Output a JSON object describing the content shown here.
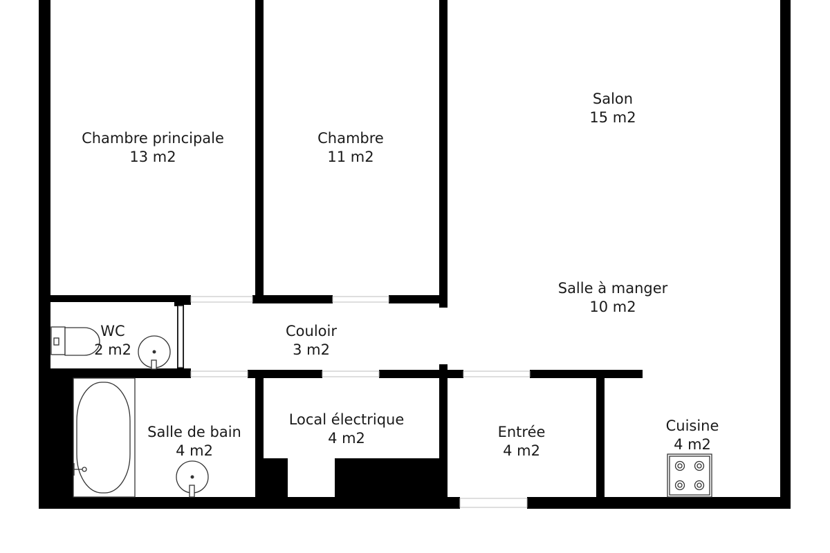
{
  "colors": {
    "wall": "#000000",
    "fixture": "#333333",
    "background": "#ffffff",
    "text": "#1a1a1a"
  },
  "rooms": {
    "chambre_principale": {
      "name": "Chambre principale",
      "area": "13 m2"
    },
    "chambre": {
      "name": "Chambre",
      "area": "11 m2"
    },
    "salon": {
      "name": "Salon",
      "area": "15 m2"
    },
    "salle_a_manger": {
      "name": "Salle à manger",
      "area": "10 m2"
    },
    "wc": {
      "name": "WC",
      "area": "2 m2"
    },
    "couloir": {
      "name": "Couloir",
      "area": "3 m2"
    },
    "salle_de_bain": {
      "name": "Salle de bain",
      "area": "4 m2"
    },
    "local_electrique": {
      "name": "Local électrique",
      "area": "4 m2"
    },
    "entree": {
      "name": "Entrée",
      "area": "4 m2"
    },
    "cuisine": {
      "name": "Cuisine",
      "area": "4 m2"
    }
  },
  "fixtures": {
    "toilet": "toilet-icon",
    "wc_sink": "sink-icon",
    "bathtub": "bathtub-icon",
    "bath_sink": "sink-icon",
    "cooktop": "cooktop-icon"
  }
}
